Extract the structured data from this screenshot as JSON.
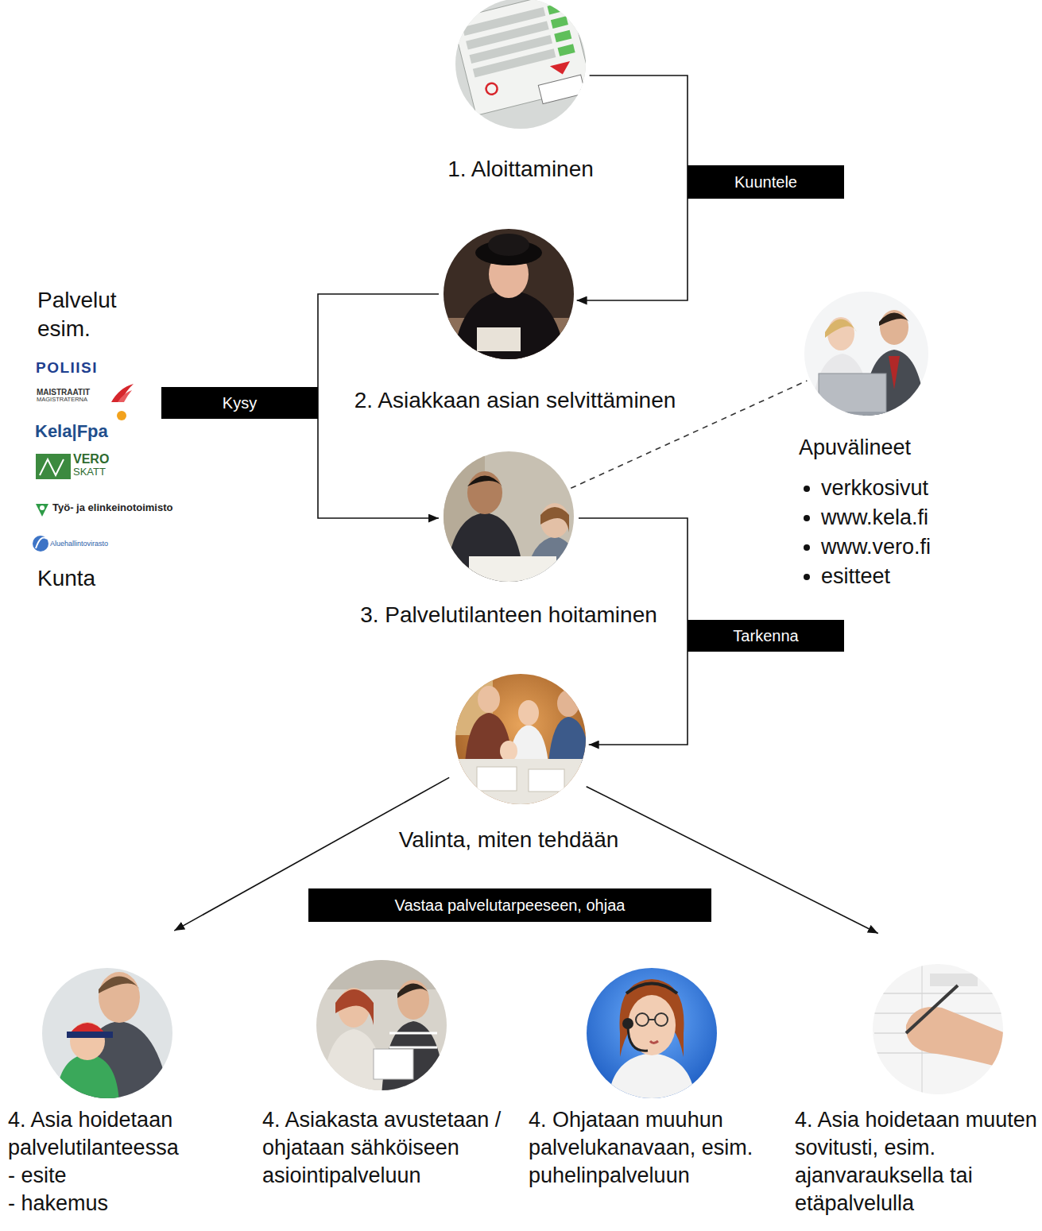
{
  "diagram": {
    "nodes": [
      {
        "text": [
          "1. Aloittaminen"
        ]
      },
      {
        "text": [
          "2. Asiakkaan asian selvittäminen"
        ]
      },
      {
        "text": [
          "3. Palvelutilanteen hoitaminen"
        ]
      },
      {
        "text": [
          "Apuvälineet",
          "verkkosivut",
          "www.kela.fi",
          "www.vero.fi",
          "esitteet"
        ]
      },
      {
        "text": [
          "Valinta, miten tehdään"
        ]
      },
      {
        "text": [
          "4. Asia hoidetaan palvelutilanteessa",
          "- esite",
          "- hakemus"
        ]
      },
      {
        "text": [
          "4. Asiakasta avustetaan / ohjataan sähköiseen asiointipalveluun"
        ]
      },
      {
        "text": [
          "4. Ohjataan muuhun palvelukanavaan, esim. puhelinpalveluun"
        ]
      },
      {
        "text": [
          "4. Asia hoidetaan muuten sovitusti, esim. ajanvarauksella tai etäpalvelulla"
        ]
      }
    ],
    "edges": [
      {
        "from": 0,
        "to": 1,
        "label": "Kuuntele",
        "arrow": "to"
      },
      {
        "from": 1,
        "to": 2,
        "label": "Kysy",
        "arrow": "to"
      },
      {
        "from": 2,
        "to": 3,
        "arrow": "none"
      },
      {
        "from": 2,
        "to": 4,
        "label": "Tarkenna",
        "arrow": "to"
      },
      {
        "from": 4,
        "to": 5,
        "arrow": "to"
      },
      {
        "from": 4,
        "to": 8,
        "arrow": "to"
      }
    ],
    "labels": [
      "Palvelut esim.",
      "POLIISI",
      "MAISTRAATIT",
      "MAGISTRATERNA",
      "Kela|Fpa",
      "VERO",
      "SKATT",
      "Työ- ja elinkeinotoimisto",
      "Aluehallintovirasto",
      "Kunta",
      "Vastaa palvelutarpeeseen, ohjaa"
    ]
  }
}
